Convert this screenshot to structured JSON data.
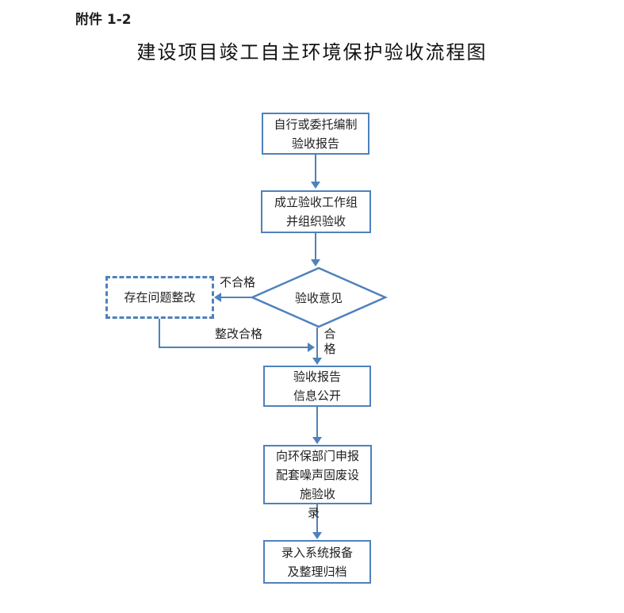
{
  "page": {
    "attachment_label": "附件 1-2",
    "title": "建设项目竣工自主环境保护验收流程图"
  },
  "colors": {
    "accent_blue": "#4e81bd",
    "text": "#1f1f1f",
    "background": "#ffffff"
  },
  "flowchart": {
    "nodes": [
      {
        "id": "prepare-report",
        "type": "rect",
        "lines": [
          "自行或委托编制",
          "验收报告"
        ]
      },
      {
        "id": "form-team",
        "type": "rect",
        "lines": [
          "成立验收工作组",
          "并组织验收"
        ]
      },
      {
        "id": "decision",
        "type": "diamond",
        "lines": [
          "验收意见"
        ]
      },
      {
        "id": "rectify",
        "type": "dashed-rect",
        "lines": [
          "存在问题整改"
        ]
      },
      {
        "id": "publish-report",
        "type": "rect",
        "lines": [
          "验收报告",
          "信息公开"
        ]
      },
      {
        "id": "report-to-env-dept",
        "type": "rect",
        "lines": [
          "向环保部门申报",
          "配套噪声固废设",
          "施验收"
        ]
      },
      {
        "id": "record-archive",
        "type": "rect",
        "lines": [
          "录入系统报备",
          "及整理归档"
        ]
      }
    ],
    "edge_labels": {
      "fail": "不合格",
      "rectified": "整改合格",
      "pass": [
        "合",
        "格"
      ],
      "overflow_char": "录"
    }
  }
}
